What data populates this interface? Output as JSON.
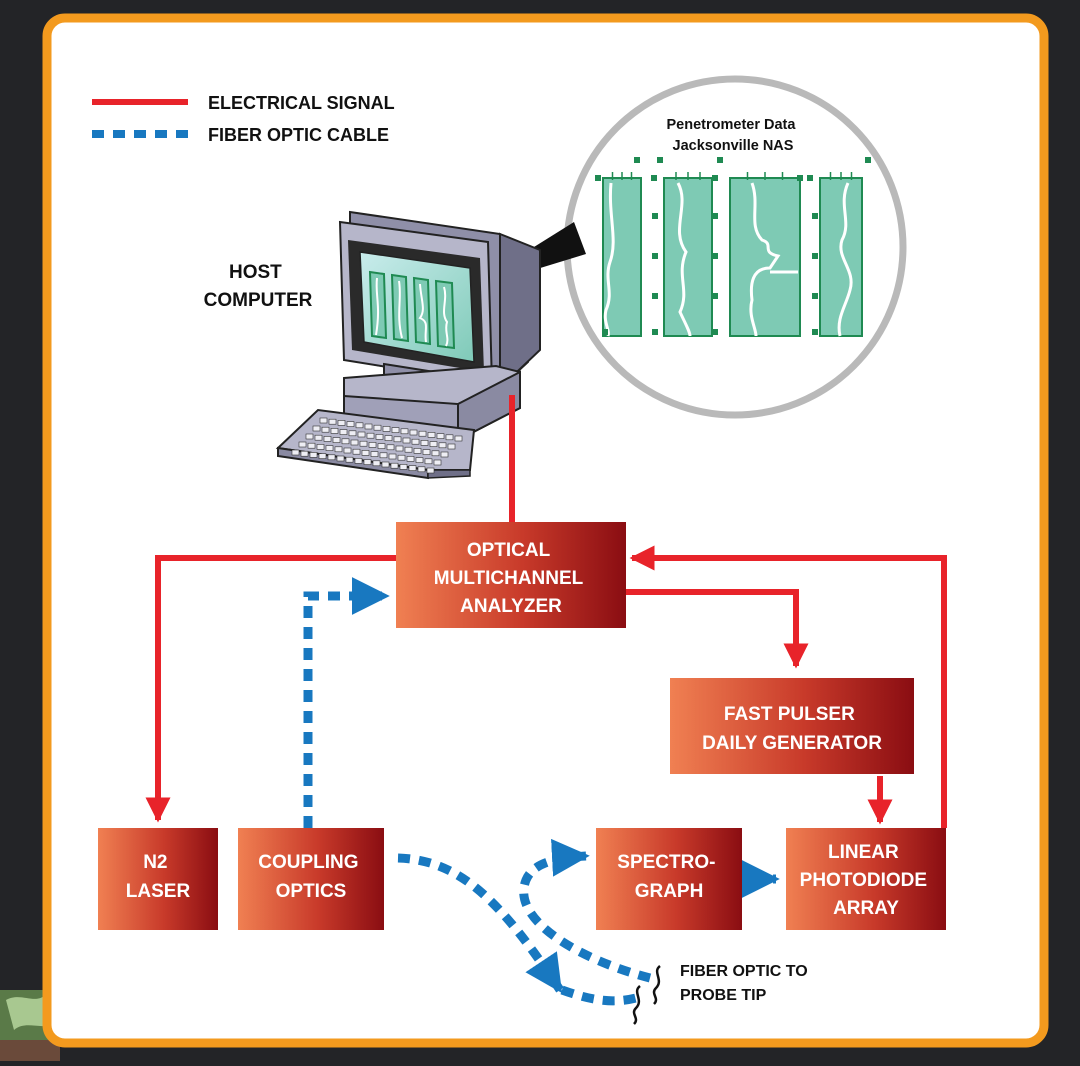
{
  "legend": {
    "electrical": "ELECTRICAL SIGNAL",
    "fiber": "FIBER OPTIC CABLE"
  },
  "computer": {
    "label_line1": "HOST",
    "label_line2": "COMPUTER"
  },
  "inset": {
    "title_line1": "Penetrometer Data",
    "title_line2": "Jacksonville NAS"
  },
  "boxes": {
    "oma": [
      "OPTICAL",
      "MULTICHANNEL",
      "ANALYZER"
    ],
    "pulser": [
      "FAST PULSER",
      "DAILY GENERATOR"
    ],
    "laser": [
      "N2",
      "LASER"
    ],
    "coupling": [
      "COUPLING",
      "OPTICS"
    ],
    "spectro": [
      "SPECTRO-",
      "GRAPH"
    ],
    "photodiode": [
      "LINEAR",
      "PHOTODIODE",
      "ARRAY"
    ]
  },
  "probe": {
    "line1": "FIBER OPTIC TO",
    "line2": "PROBE TIP"
  },
  "colors": {
    "electrical": "#e8232a",
    "fiber": "#1878c0",
    "frame": "#f39a1e",
    "box_light": "#f08052",
    "box_dark": "#8a0d12",
    "plot_fill": "#7ecab4",
    "plot_edge": "#1f8a52"
  }
}
